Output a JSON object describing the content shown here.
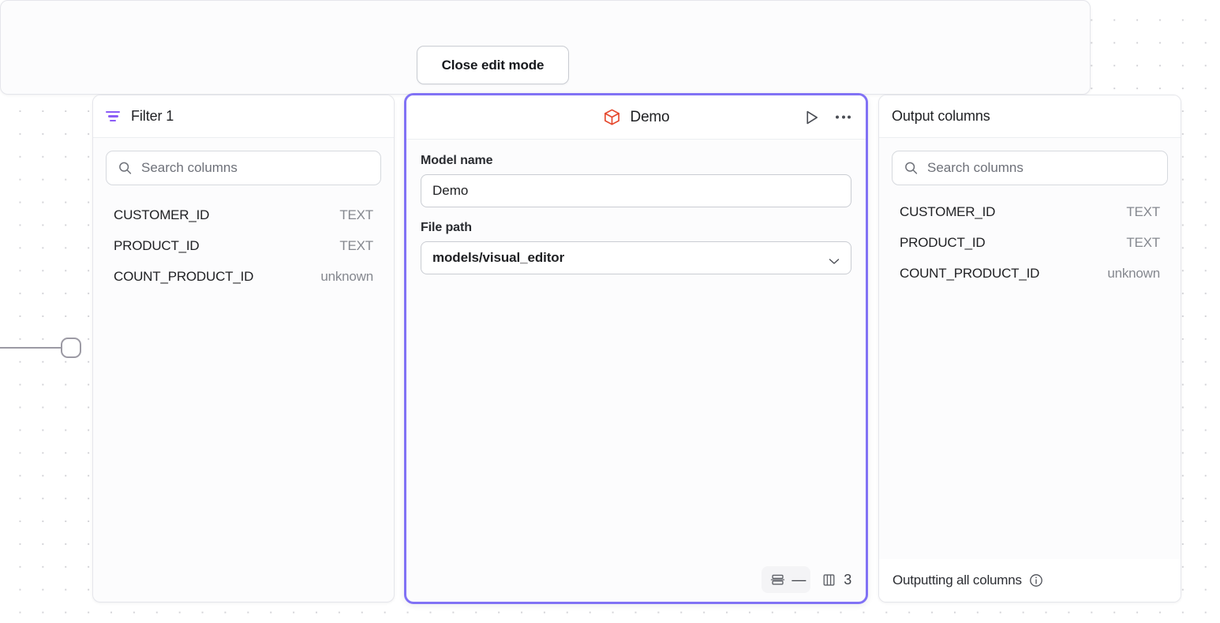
{
  "toolbar": {
    "close_edit_mode_label": "Close edit mode"
  },
  "filter_panel": {
    "title": "Filter 1",
    "icon": "filter-icon",
    "search": {
      "placeholder": "Search columns",
      "value": "",
      "icon": "search-icon"
    },
    "columns": [
      {
        "name": "CUSTOMER_ID",
        "type": "TEXT"
      },
      {
        "name": "PRODUCT_ID",
        "type": "TEXT"
      },
      {
        "name": "COUNT_PRODUCT_ID",
        "type": "unknown"
      }
    ]
  },
  "model_panel": {
    "title": "Demo",
    "icon": "cube-icon",
    "selected": true,
    "accent_color": "#8172f5",
    "cube_color": "#e5472c",
    "actions": {
      "run_label": "run-icon",
      "more_label": "more-options-icon"
    },
    "fields": {
      "model_name_label": "Model name",
      "model_name_value": "Demo",
      "file_path_label": "File path",
      "file_path_value": "models/visual_editor"
    },
    "footer": {
      "rows_icon": "rows-icon",
      "rows_value": "—",
      "columns_icon": "columns-icon",
      "columns_value": "3"
    }
  },
  "output_panel": {
    "title": "Output columns",
    "search": {
      "placeholder": "Search columns",
      "value": "",
      "icon": "search-icon"
    },
    "columns": [
      {
        "name": "CUSTOMER_ID",
        "type": "TEXT"
      },
      {
        "name": "PRODUCT_ID",
        "type": "TEXT"
      },
      {
        "name": "COUNT_PRODUCT_ID",
        "type": "unknown"
      }
    ],
    "footer_text": "Outputting all columns",
    "footer_icon": "info-icon"
  }
}
